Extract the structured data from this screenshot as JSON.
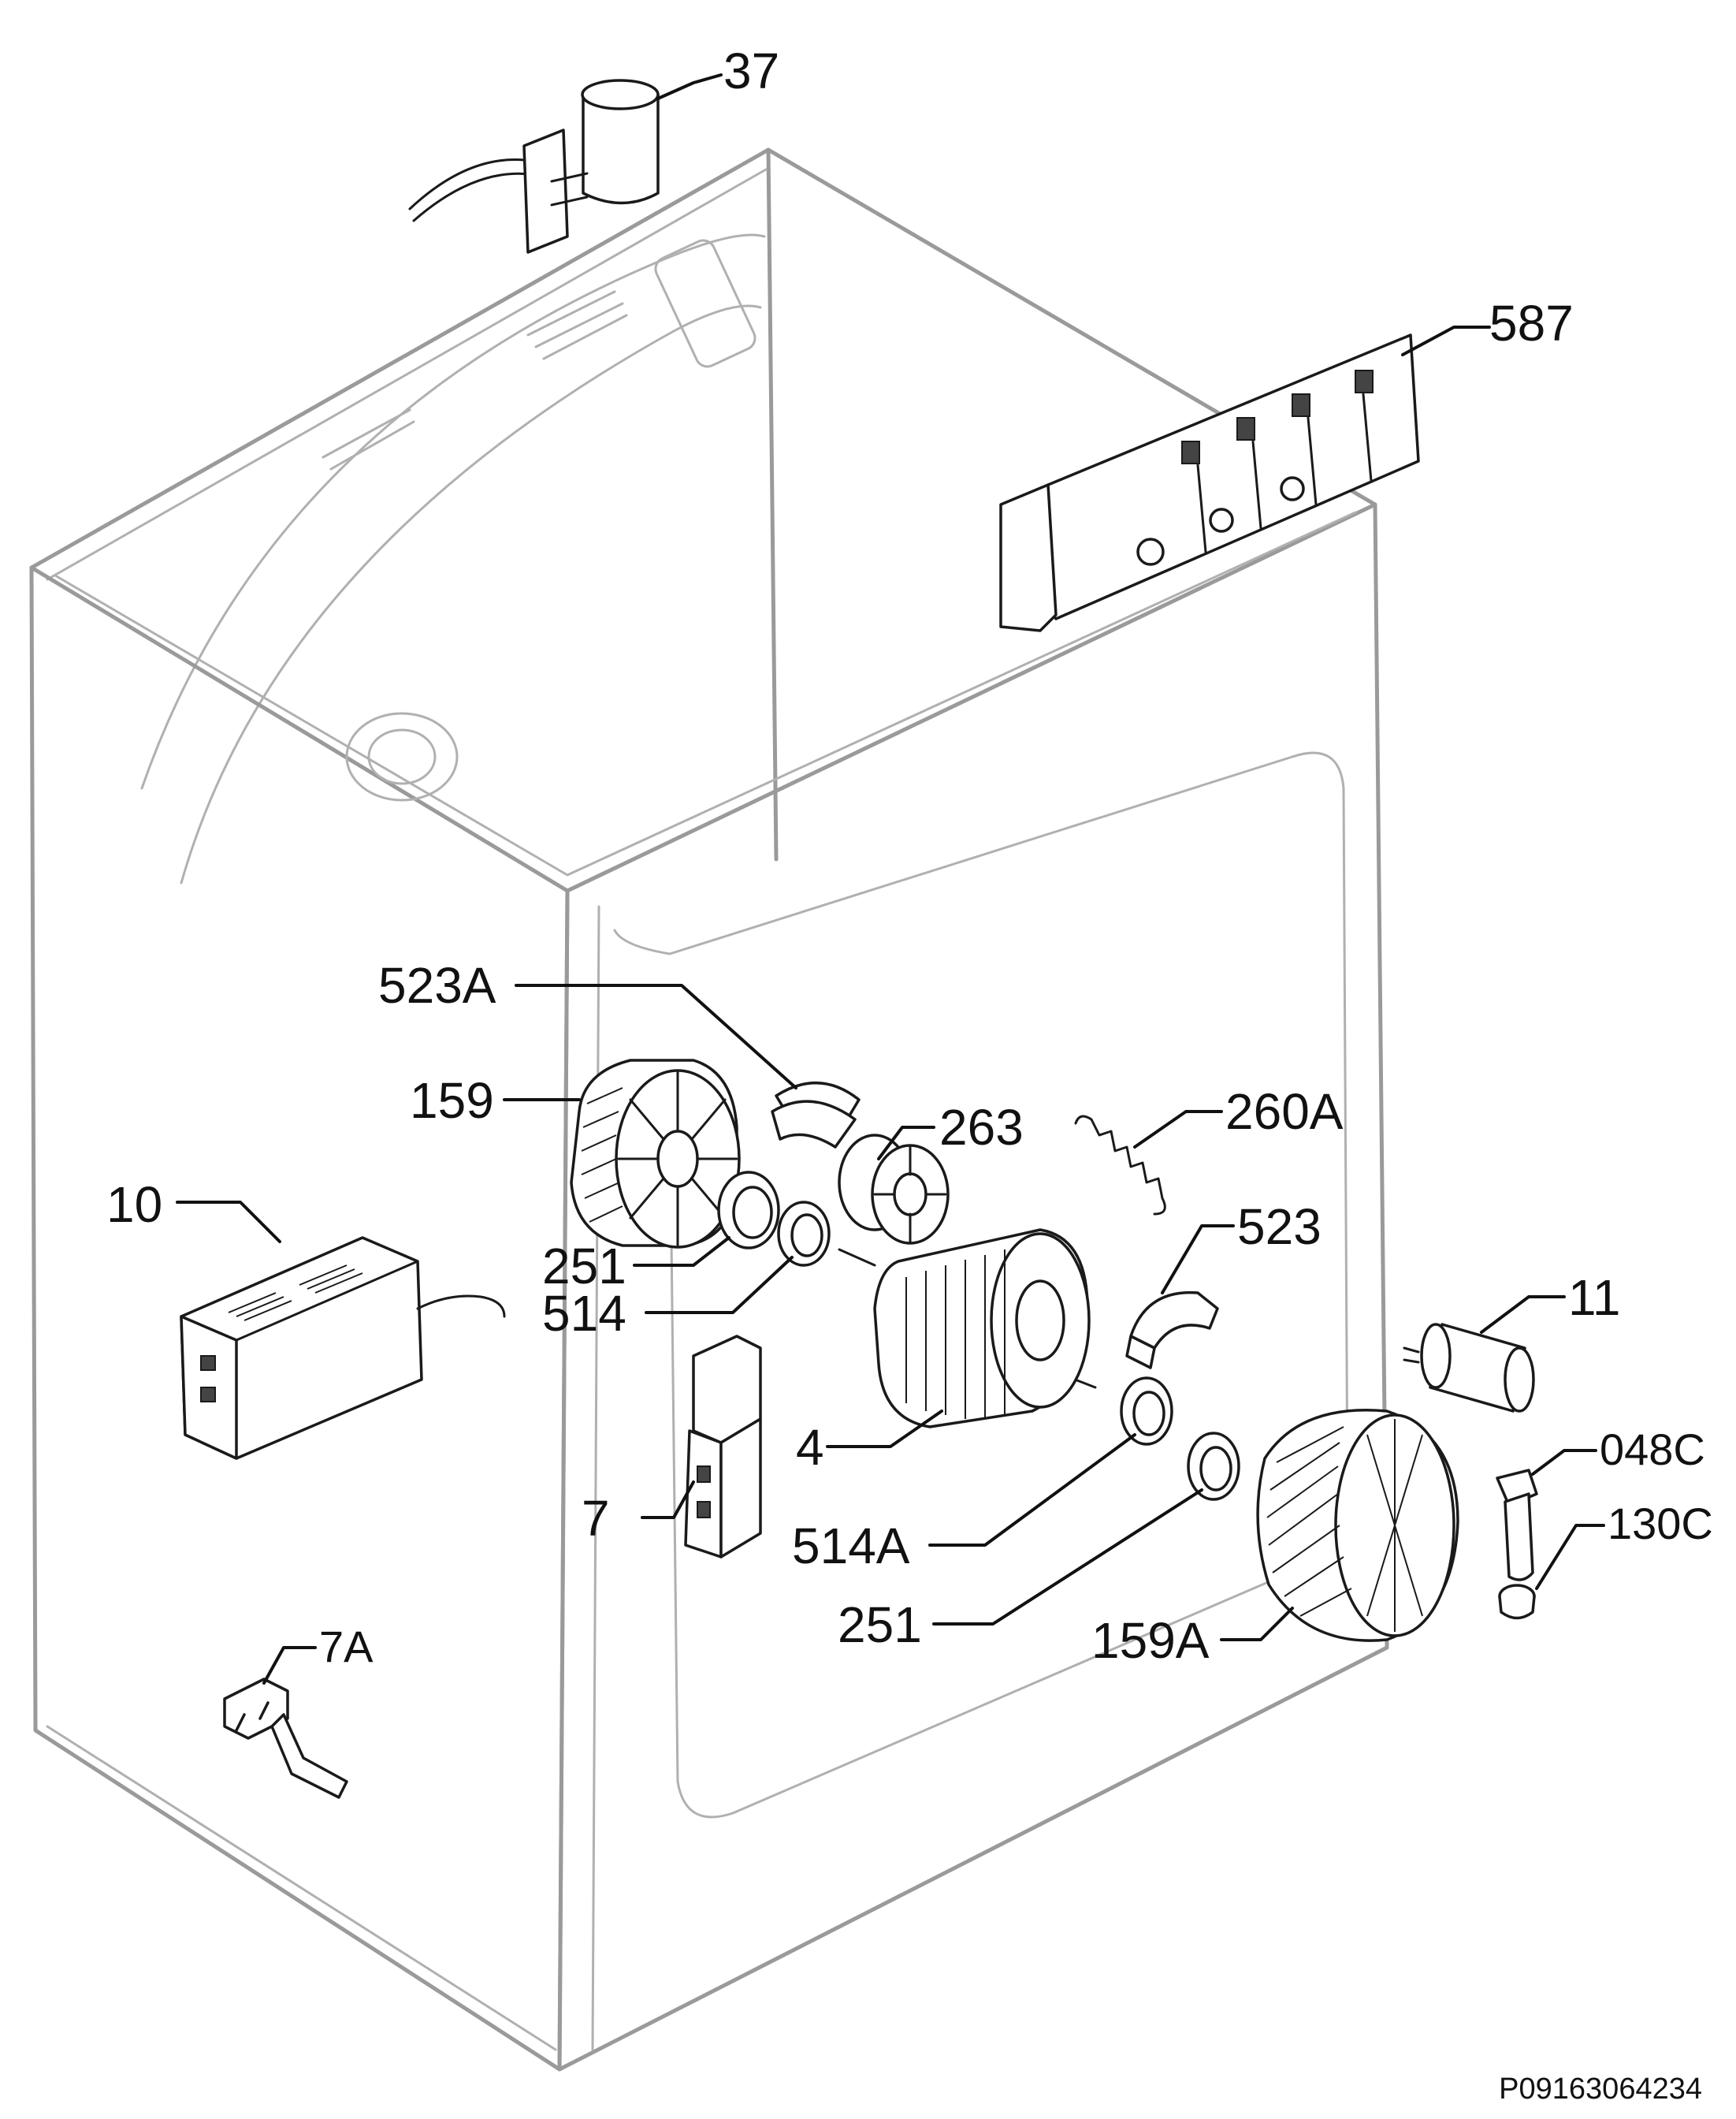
{
  "document_id": "P09163064234",
  "callouts": {
    "c37": "37",
    "c587": "587",
    "c523A": "523A",
    "c159": "159",
    "c263": "263",
    "c260A": "260A",
    "c10": "10",
    "c251a": "251",
    "c514": "514",
    "c523": "523",
    "c11": "11",
    "c4": "4",
    "c048C": "048C",
    "c7": "7",
    "c130C": "130C",
    "c514A": "514A",
    "c251b": "251",
    "c159A": "159A",
    "c7A": "7A"
  }
}
